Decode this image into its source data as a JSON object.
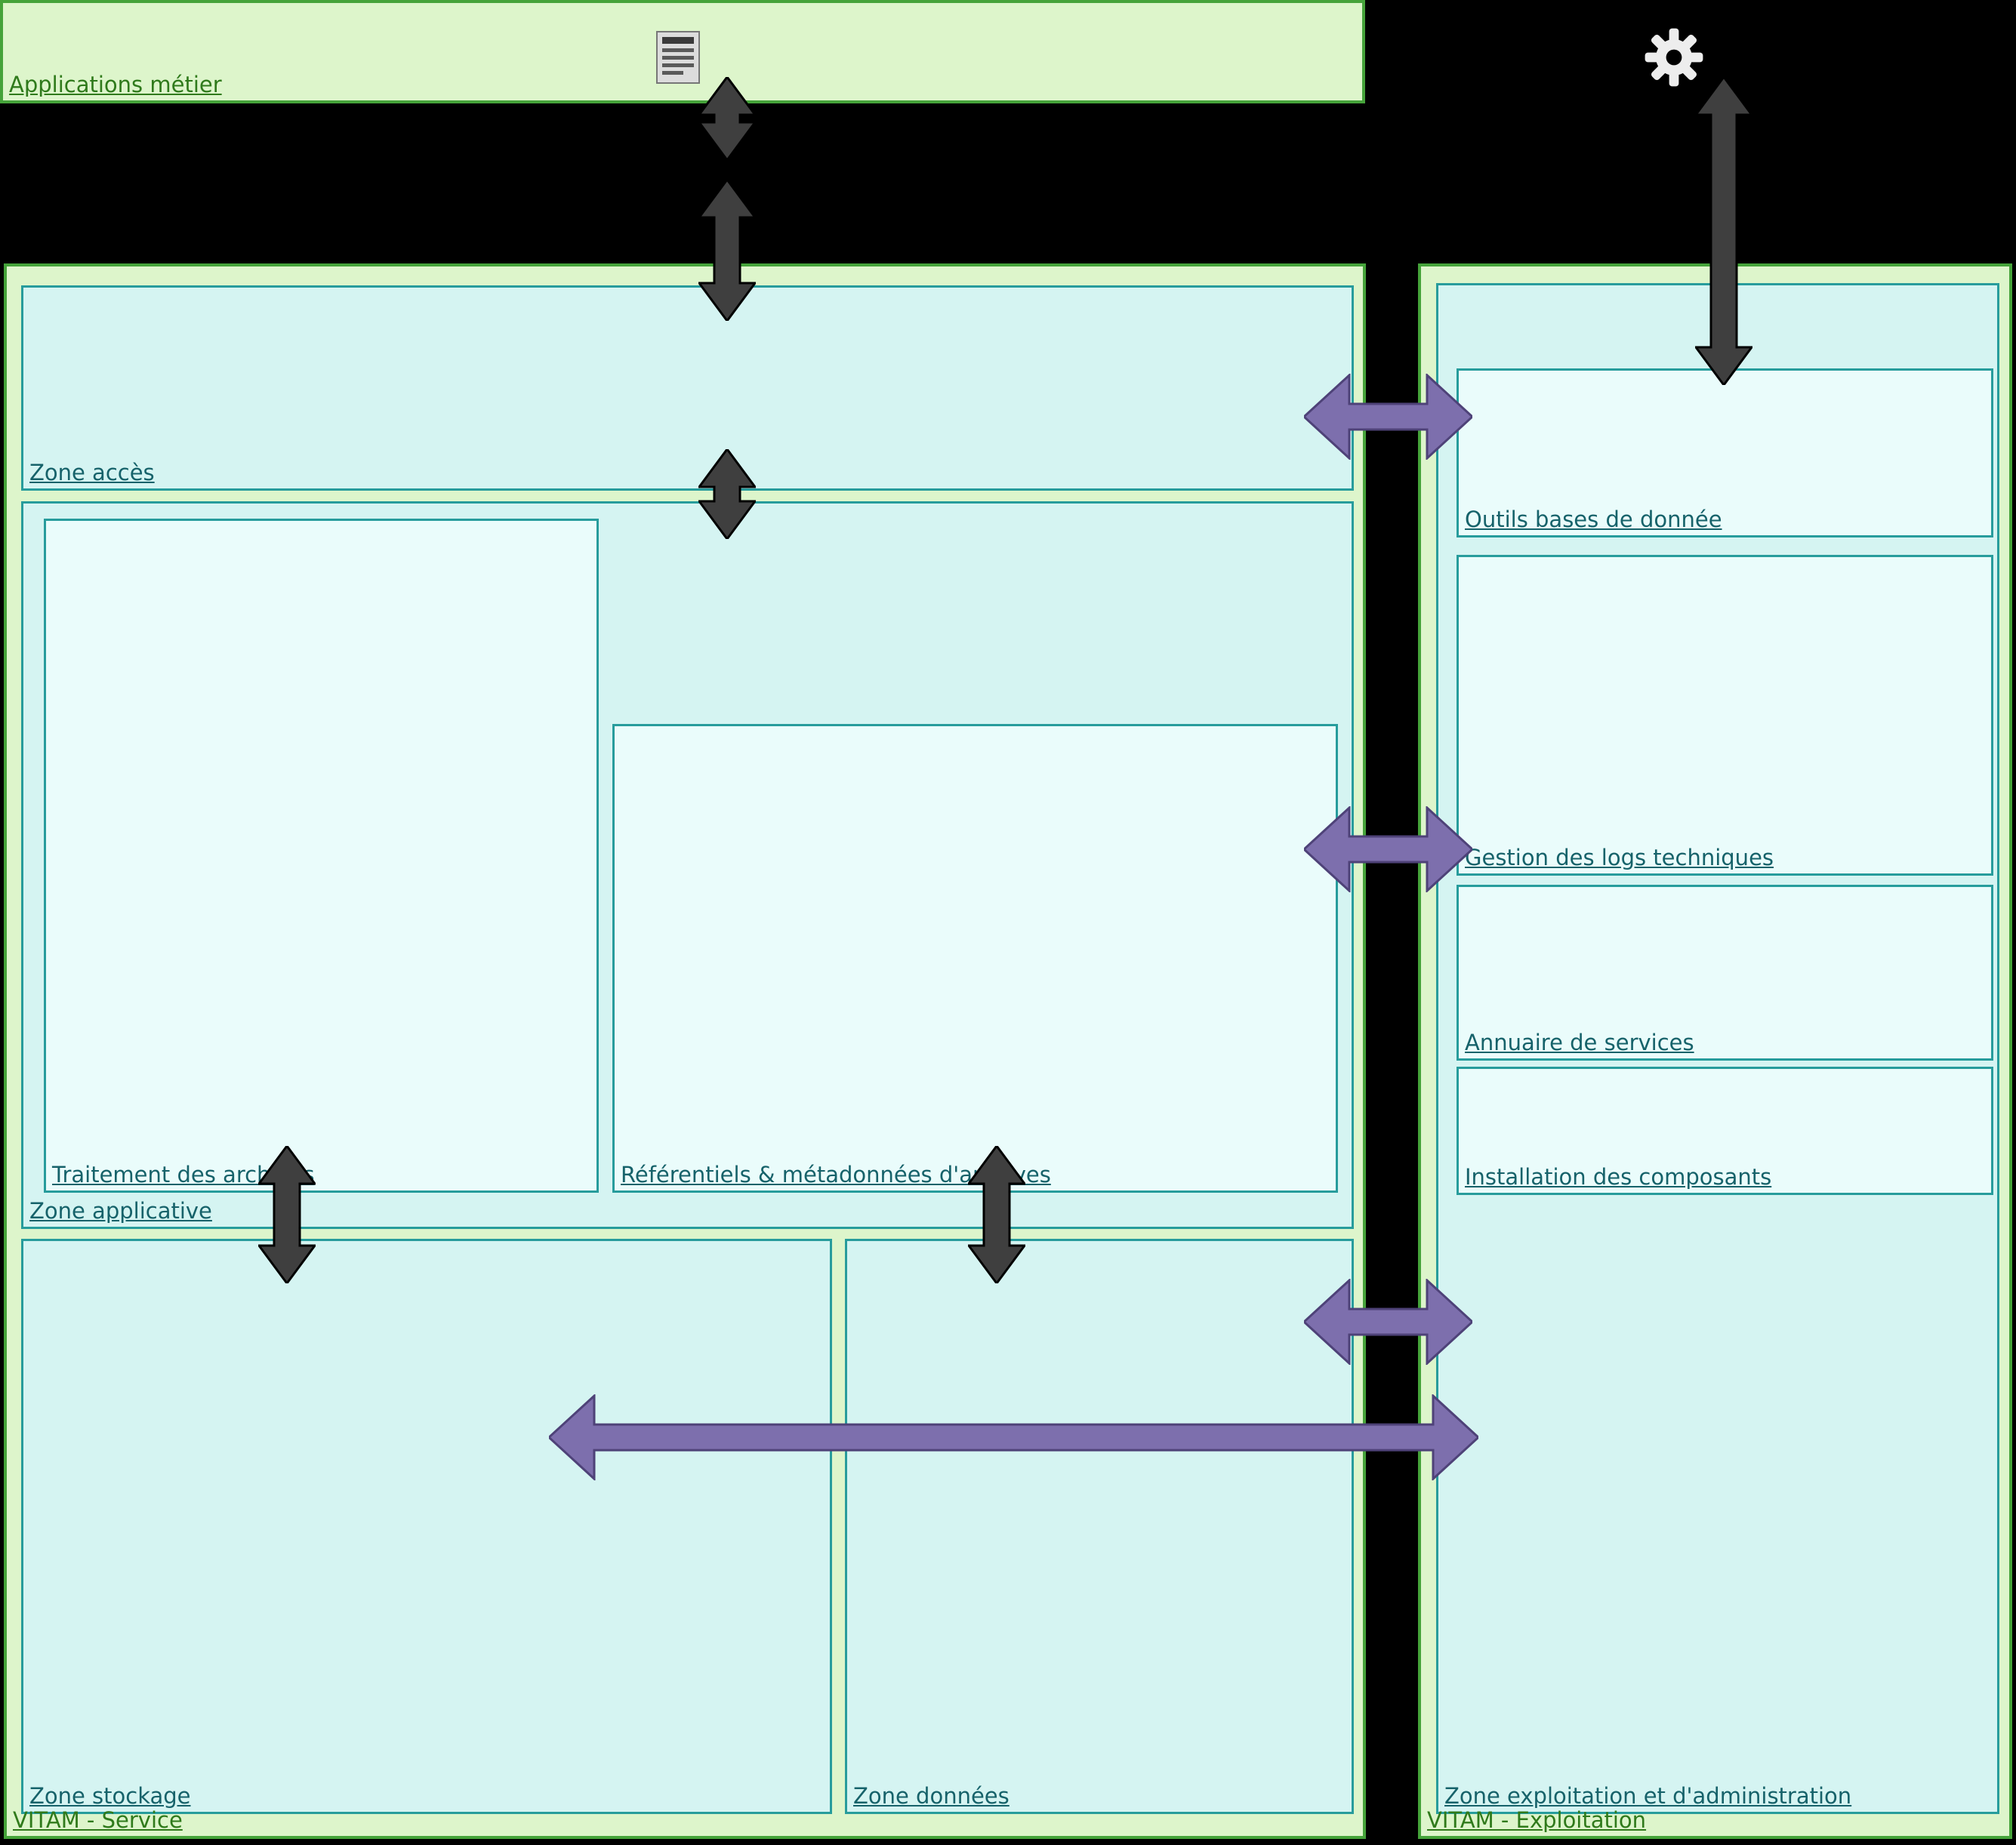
{
  "colors": {
    "green_fill": "#ddf5cb",
    "green_border": "#45a33a",
    "green_text": "#2f7a1b",
    "cyan_fill": "#d5f4f2",
    "cyan_border": "#279c9c",
    "cyan_text": "#16626a",
    "inner_fill": "#eafcfb",
    "purple_arrow": "#7d6fad",
    "purple_border": "#4e4278",
    "dark_arrow": "#3f3f3f"
  },
  "icons": {
    "top_left": "document-icon",
    "top_right": "gear-icon"
  },
  "applications_metier": {
    "label": "Applications métier"
  },
  "service": {
    "label": "VITAM - Service",
    "zones": {
      "acces": {
        "label": "Zone accès"
      },
      "applicative": {
        "label": "Zone applicative",
        "children": {
          "traitement": {
            "label": "Traitement des archives"
          },
          "referentiels": {
            "label": "Référentiels & métadonnées d'archives"
          }
        }
      },
      "stockage": {
        "label": "Zone stockage"
      },
      "donnees": {
        "label": "Zone données"
      }
    }
  },
  "exploitation": {
    "label": "VITAM - Exploitation",
    "zone": {
      "label": "Zone exploitation et d'administration"
    },
    "components": [
      {
        "label": "Outils bases de donnée"
      },
      {
        "label": "Gestion des logs techniques"
      },
      {
        "label": "Annuaire de services"
      },
      {
        "label": "Installation des composants"
      }
    ]
  }
}
